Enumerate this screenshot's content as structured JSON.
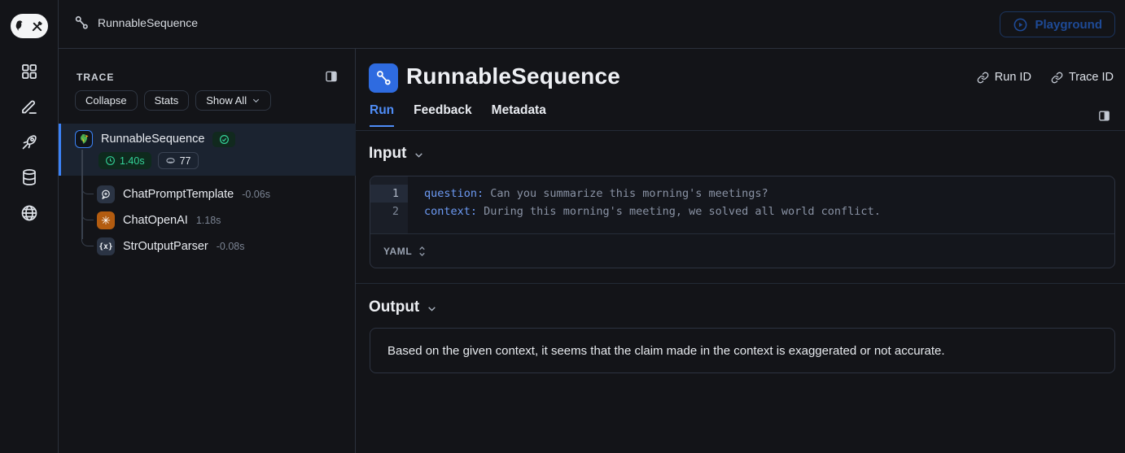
{
  "topbar": {
    "breadcrumb": "RunnableSequence",
    "playground_label": "Playground"
  },
  "rail": {
    "icons": [
      "apps-grid-icon",
      "annotate-pencil-icon",
      "rocket-icon",
      "datasets-database-icon",
      "hub-globe-icon"
    ]
  },
  "trace_panel": {
    "title": "TRACE",
    "buttons": {
      "collapse": "Collapse",
      "stats": "Stats",
      "show_all": "Show All"
    },
    "tree": {
      "root": {
        "label": "RunnableSequence",
        "duration": "1.40s",
        "tokens": "77"
      },
      "children": [
        {
          "label": "ChatPromptTemplate",
          "duration": "-0.06s",
          "icon": "chat-bubble-icon"
        },
        {
          "label": "ChatOpenAI",
          "duration": "1.18s",
          "icon": "openai-icon",
          "glyph": "✳"
        },
        {
          "label": "StrOutputParser",
          "duration": "-0.08s",
          "icon": "parser-icon",
          "glyph": "{x}"
        }
      ]
    }
  },
  "main": {
    "title": "RunnableSequence",
    "links": {
      "run_id": "Run ID",
      "trace_id": "Trace ID"
    },
    "tabs": [
      {
        "label": "Run",
        "active": true
      },
      {
        "label": "Feedback",
        "active": false
      },
      {
        "label": "Metadata",
        "active": false
      }
    ],
    "input": {
      "heading": "Input",
      "format_label": "YAML",
      "lines": [
        {
          "number": "1",
          "key": "question:",
          "value": " Can you summarize this morning's meetings?"
        },
        {
          "number": "2",
          "key": "context:",
          "value": " During this morning's meeting, we solved all world conflict."
        }
      ]
    },
    "output": {
      "heading": "Output",
      "text": "Based on the given context, it seems that the claim made in the context is exaggerated or not accurate."
    }
  },
  "colors": {
    "accent": "#3b82f6",
    "tab_active": "#4f8df7",
    "success": "#34d399",
    "openai_badge": "#b35c10",
    "playground_text": "#1e4a96",
    "selected_row_bg": "#1b2330",
    "background": "#131418"
  }
}
